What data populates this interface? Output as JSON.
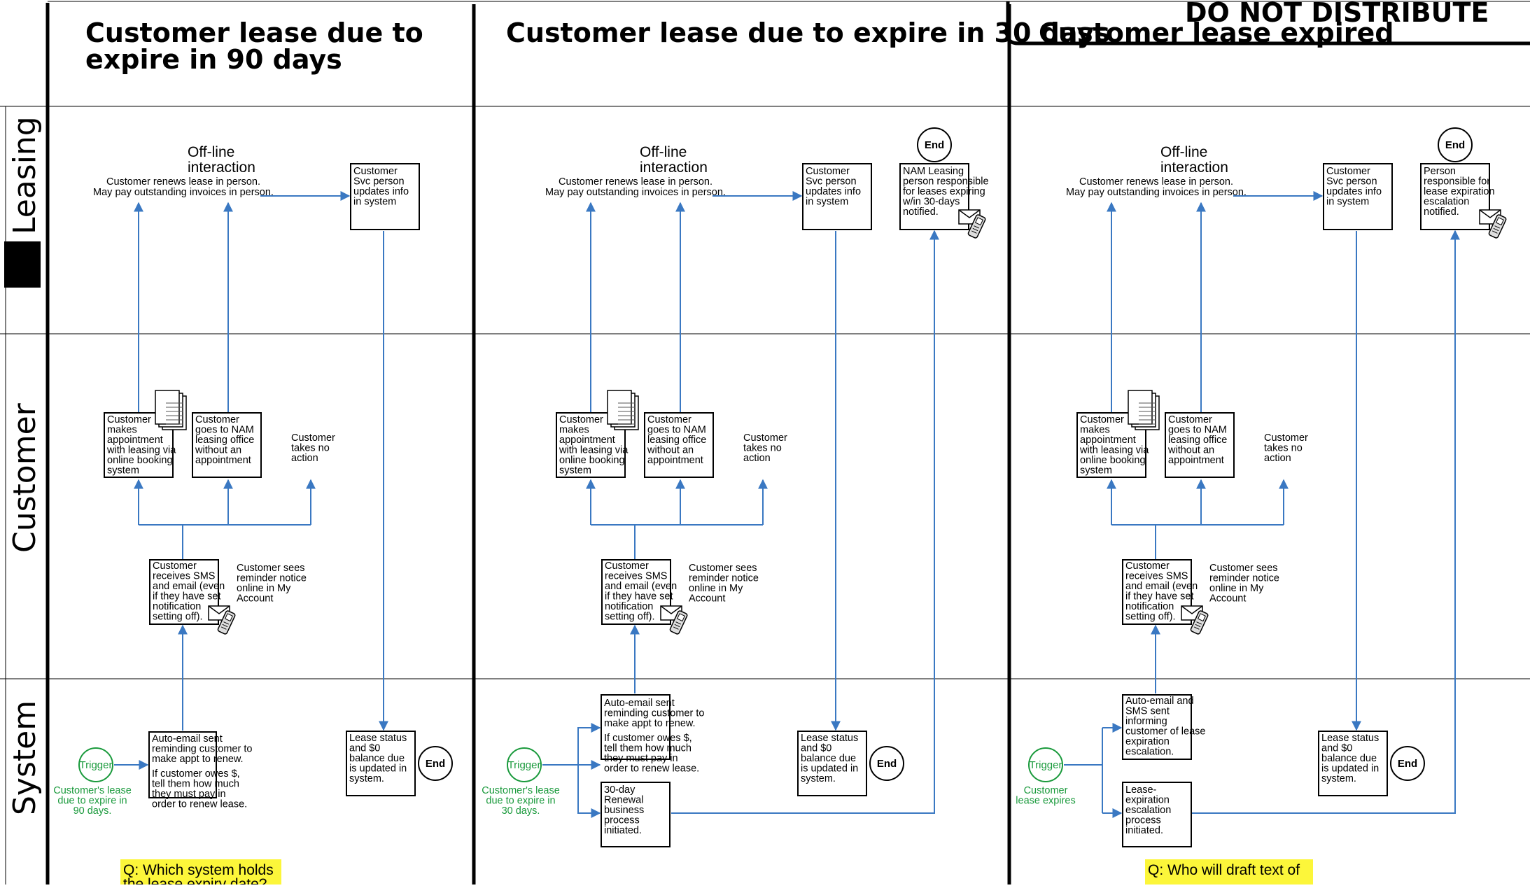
{
  "watermark": "DO NOT DISTRIBUTE",
  "lanes": [
    "Leasing",
    "Customer",
    "System"
  ],
  "columns": [
    {
      "title": [
        "Customer lease due to",
        "expire in 90 days"
      ],
      "offline_title": [
        "Off-line",
        "interaction"
      ],
      "offline_body": [
        "Customer renews lease in person.",
        "May pay outstanding invoices in person."
      ],
      "svc_box": [
        "Customer",
        "Svc person",
        "updates info",
        "in system"
      ],
      "notify_box": [],
      "appt_box": [
        "Customer",
        "makes",
        "appointment",
        "with leasing via",
        "online booking",
        "system"
      ],
      "nam_box": [
        "Customer",
        "goes to NAM",
        "leasing office",
        "without an",
        "appointment"
      ],
      "no_action": [
        "Customer",
        "takes no",
        "action"
      ],
      "receives_box": [
        "Customer",
        "receives SMS",
        "and email (even",
        "if they have set",
        "notification",
        "setting off)."
      ],
      "sees_reminder": [
        "Customer sees",
        "reminder notice",
        "online in My",
        "Account"
      ],
      "auto_box_a": [
        "Auto-email sent",
        "reminding customer to",
        "make appt to renew."
      ],
      "auto_box_b": [
        "If customer owes $,",
        "tell them how much",
        "they must pay in",
        "order to renew lease."
      ],
      "process_box": [],
      "status_box": [
        "Lease status",
        "and $0",
        "balance due",
        "is updated in",
        "system."
      ],
      "trigger_label": "Trigger",
      "trigger_caption": [
        "Customer's lease",
        "due to expire in",
        "90 days."
      ],
      "end_label": "End",
      "question": [
        "Q: Which system holds",
        "the lease expiry date?"
      ]
    },
    {
      "title": [
        "Customer lease due to expire in 30 days"
      ],
      "offline_title": [
        "Off-line",
        "interaction"
      ],
      "offline_body": [
        "Customer renews lease in person.",
        "May pay outstanding invoices in person."
      ],
      "svc_box": [
        "Customer",
        "Svc person",
        "updates info",
        "in system"
      ],
      "notify_box": [
        "NAM Leasing",
        "person responsible",
        "for leases expiring",
        "w/in 30-days",
        "notified."
      ],
      "appt_box": [
        "Customer",
        "makes",
        "appointment",
        "with leasing via",
        "online booking",
        "system"
      ],
      "nam_box": [
        "Customer",
        "goes to NAM",
        "leasing office",
        "without an",
        "appointment"
      ],
      "no_action": [
        "Customer",
        "takes no",
        "action"
      ],
      "receives_box": [
        "Customer",
        "receives SMS",
        "and email (even",
        "if they have set",
        "notification",
        "setting off)."
      ],
      "sees_reminder": [
        "Customer sees",
        "reminder notice",
        "online in My",
        "Account"
      ],
      "auto_box_a": [
        "Auto-email sent",
        "reminding customer to",
        "make appt to renew."
      ],
      "auto_box_b": [
        "If customer owes $,",
        "tell them how much",
        "they must pay in",
        "order to renew lease."
      ],
      "process_box": [
        "30-day",
        "Renewal",
        "business",
        "process",
        "initiated."
      ],
      "status_box": [
        "Lease status",
        "and $0",
        "balance due",
        "is updated in",
        "system."
      ],
      "trigger_label": "Trigger",
      "trigger_caption": [
        "Customer's lease",
        "due to expire in",
        "30 days."
      ],
      "end_label": "End",
      "question": []
    },
    {
      "title": [
        "Customer lease expired"
      ],
      "offline_title": [
        "Off-line",
        "interaction"
      ],
      "offline_body": [
        "Customer renews lease in person.",
        "May pay outstanding invoices in person."
      ],
      "svc_box": [
        "Customer",
        "Svc person",
        "updates info",
        "in system"
      ],
      "notify_box": [
        "Person",
        "responsible for",
        "lease expiration",
        "escalation",
        "notified."
      ],
      "appt_box": [
        "Customer",
        "makes",
        "appointment",
        "with leasing via",
        "online booking",
        "system"
      ],
      "nam_box": [
        "Customer",
        "goes to NAM",
        "leasing office",
        "without an",
        "appointment"
      ],
      "no_action": [
        "Customer",
        "takes no",
        "action"
      ],
      "receives_box": [
        "Customer",
        "receives SMS",
        "and email (even",
        "if they have set",
        "notification",
        "setting off)."
      ],
      "sees_reminder": [
        "Customer sees",
        "reminder notice",
        "online in My",
        "Account"
      ],
      "auto_box_a": [
        "Auto-email and",
        "SMS sent",
        "informing",
        "customer of lease",
        "expiration",
        "escalation."
      ],
      "auto_box_b": [],
      "process_box": [
        "Lease-",
        "expiration",
        "escalation",
        "process",
        "initiated."
      ],
      "status_box": [
        "Lease status",
        "and $0",
        "balance due",
        "is updated in",
        "system."
      ],
      "trigger_label": "Trigger",
      "trigger_caption": [
        "Customer",
        "lease expires"
      ],
      "end_label": "End",
      "question": [
        "Q: Who will draft text of"
      ]
    }
  ],
  "colors": {
    "flow": "#3a78c2",
    "trigger": "#1a9a3c",
    "question_bg": "#fcf63a"
  },
  "icons": [
    "document-icon",
    "phone-envelope-icon"
  ]
}
